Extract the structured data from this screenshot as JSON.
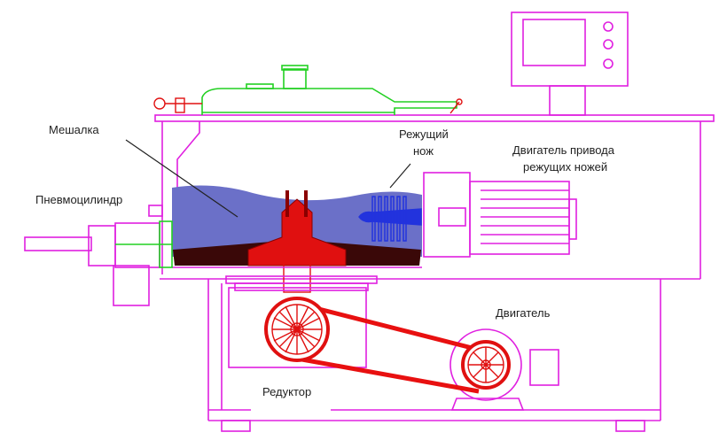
{
  "labels": {
    "mixer": "Мешалка",
    "knife_line1": "Режущий",
    "knife_line2": "нож",
    "knife_motor_line1": "Двигатель привода",
    "knife_motor_line2": "режущих ножей",
    "pneumocylinder": "Пневмоцилиндр",
    "motor": "Двигатель",
    "reducer": "Редуктор"
  },
  "colors": {
    "frame": "#e020e0",
    "lid": "#22d022",
    "mixture": "#6b70c8",
    "rotor": "#e01010",
    "knife": "#2233dd",
    "belt": "#e81010"
  }
}
